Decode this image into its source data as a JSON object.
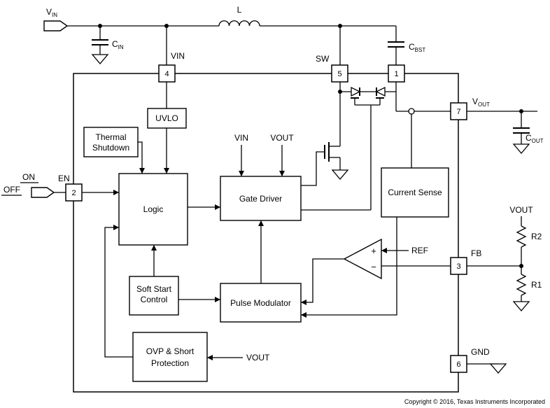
{
  "colors": {
    "copyright": "#9c1c1c"
  },
  "external": {
    "vin": {
      "main": "V",
      "sub": "IN"
    },
    "inductor": "L",
    "cin": {
      "main": "C",
      "sub": "IN"
    },
    "cbst": {
      "main": "C",
      "sub": "BST"
    },
    "cout": {
      "main": "C",
      "sub": "OUT"
    },
    "vout": {
      "main": "V",
      "sub": "OUT"
    },
    "on": "ON",
    "off": "OFF",
    "vout_divider": "VOUT",
    "r2": "R2",
    "r1": "R1"
  },
  "pins": {
    "p1": {
      "num": "1"
    },
    "p2": {
      "num": "2",
      "label": "EN"
    },
    "p3": {
      "num": "3",
      "label": "FB"
    },
    "p4": {
      "num": "4",
      "label": "VIN"
    },
    "p5": {
      "num": "5",
      "label": "SW"
    },
    "p6": {
      "num": "6",
      "label": "GND"
    },
    "p7": {
      "num": "7"
    }
  },
  "blocks": {
    "uvlo": "UVLO",
    "thermal": {
      "line1": "Thermal",
      "line2": "Shutdown"
    },
    "logic": "Logic",
    "gate_driver": "Gate Driver",
    "current_sense": "Current Sense",
    "pulse_modulator": "Pulse Modulator",
    "soft_start": {
      "line1": "Soft Start",
      "line2": "Control"
    },
    "ovp": {
      "line1": "OVP & Short",
      "line2": "Protection"
    }
  },
  "signals": {
    "vin_gd": "VIN",
    "vout_gd": "VOUT",
    "ref": "REF",
    "plus": "+",
    "minus": "−",
    "vout_ovp": "VOUT"
  },
  "footer": {
    "copyright": "Copyright © 2016, Texas Instruments Incorporated"
  }
}
